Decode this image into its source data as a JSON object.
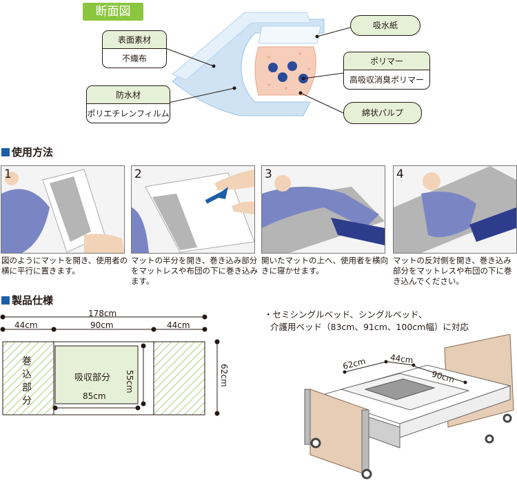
{
  "cross_section": {
    "tag": "断面図",
    "surface": {
      "title": "表面素材",
      "body": "不織布"
    },
    "waterproof": {
      "title": "防水材",
      "body": "ポリエチレンフィルム"
    },
    "paper": "吸水紙",
    "polymer": {
      "title": "ポリマー",
      "body": "高吸収消臭ポリマー"
    },
    "pulp": "綿状パルプ"
  },
  "usage": {
    "heading": "使用方法",
    "steps": [
      {
        "num": "1",
        "text": "図のようにマットを開き、使用者の横に平行に置きます。"
      },
      {
        "num": "2",
        "text": "マットの半分を開き、巻き込み部分をマットレスや布団の下に巻き込みます。"
      },
      {
        "num": "3",
        "text": "開いたマットの上へ、使用者を横向きに寝かせます。"
      },
      {
        "num": "4",
        "text": "マットの反対側を開き、巻き込み部分をマットレスや布団の下に巻き込んでください。"
      }
    ]
  },
  "spec": {
    "heading": "製品仕様",
    "total_width": "178cm",
    "left_width": "44cm",
    "center_width": "90cm",
    "right_width": "44cm",
    "roll_label": "巻込部分",
    "absorb_label": "吸収部分",
    "absorb_width": "85cm",
    "absorb_height": "55cm",
    "total_height": "62cm"
  },
  "bed": {
    "note_line1": "・セミシングルベッド、シングルベッド、",
    "note_line2": "介護用ベッド（83cm、91cm、100cm幅）に対応",
    "dim_a": "62cm",
    "dim_b": "44cm",
    "dim_c": "90cm"
  }
}
